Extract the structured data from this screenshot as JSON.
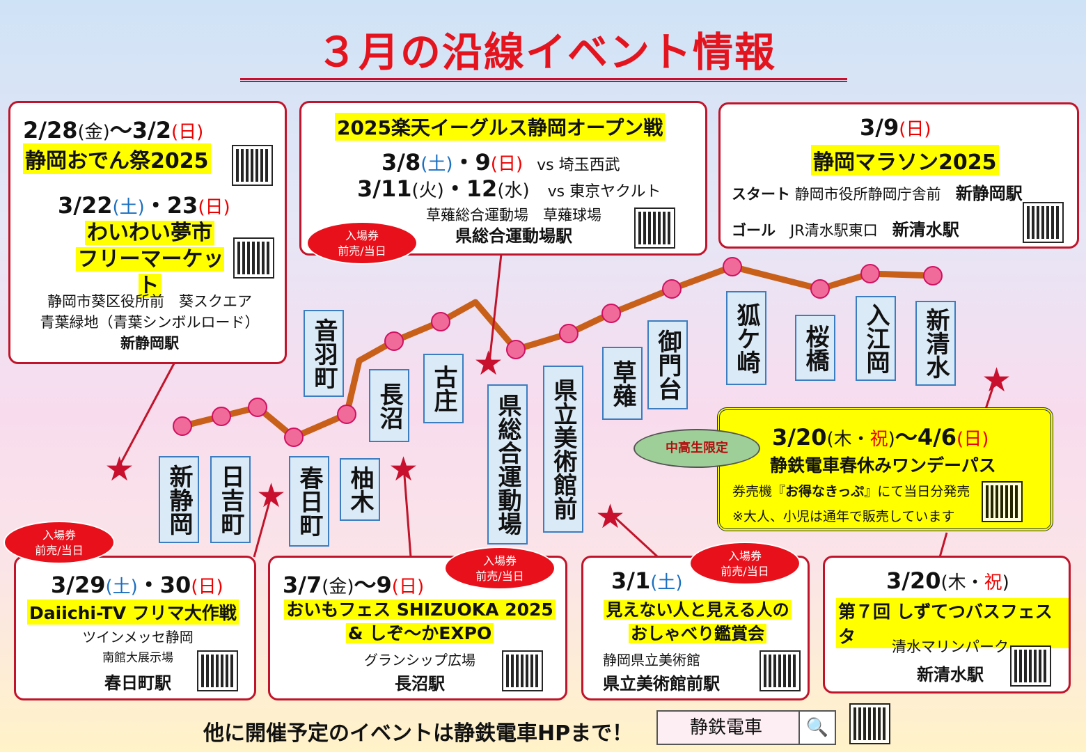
{
  "title": "３月の沿線イベント情報",
  "colors": {
    "accent": "#e4141e",
    "highlight": "#ffff00",
    "track": "#c8601a",
    "station_dot": "#f06a9a"
  },
  "badge": {
    "line1": "入場券",
    "line2": "前売/当日"
  },
  "stations": [
    "新静岡",
    "日吉町",
    "音羽町",
    "春日町",
    "柚木",
    "長沼",
    "古庄",
    "県総合運動場",
    "県立美術館前",
    "草薙",
    "御門台",
    "狐ケ崎",
    "桜橋",
    "入江岡",
    "新清水"
  ],
  "oden": {
    "date": "2/28",
    "w1": "(金)",
    "mid": "〜3/2",
    "w2": "(日)",
    "name": "静岡おでん祭2025"
  },
  "waiwai": {
    "date1": "3/22",
    "w1": "(土)",
    "date2": "・23",
    "w2": "(日)",
    "name1": "わいわい夢市",
    "name2": "フリーマーケット",
    "place1": "静岡市葵区役所前　葵スクエア",
    "place2": "青葉緑地（青葉シンボルロード）",
    "station": "新静岡駅"
  },
  "eagles": {
    "name": "2025楽天イーグルス静岡オープン戦",
    "d1": "3/8",
    "d1w": "(土)",
    "d1b": "・9",
    "d1w2": "(日)",
    "vs1": "vs 埼玉西武",
    "d2": "3/11",
    "d2w": "(火)",
    "d2b": "・12",
    "d2w2": "(水)",
    "vs2": "vs 東京ヤクルト",
    "place": "草薙総合運動場　草薙球場",
    "station": "県総合運動場駅"
  },
  "marathon": {
    "date": "3/9",
    "w": "(日)",
    "name": "静岡マラソン2025",
    "start_label": "スタート",
    "start_place": "静岡市役所静岡庁舎前",
    "start_station": "新静岡駅",
    "goal_label": "ゴール",
    "goal_place": "JR清水駅東口",
    "goal_station": "新清水駅"
  },
  "pass": {
    "tag": "中高生限定",
    "date": "3/20",
    "w1": "(木・",
    "w1h": "祝",
    "w1e": ")",
    "mid": "〜4/6",
    "w2": "(日)",
    "name": "静鉄電車春休みワンデーパス",
    "line1a": "券売機『",
    "line1b": "お得なきっぷ",
    "line1c": "』にて当日分発売",
    "line2": "※大人、小児は通年で販売しています"
  },
  "daiichi": {
    "date": "3/29",
    "w1": "(土)",
    "d2": "・30",
    "w2": "(日)",
    "name": "Daiichi-TV フリマ大作戦",
    "place1": "ツインメッセ静岡",
    "place2": "南館大展示場",
    "station": "春日町駅"
  },
  "oimo": {
    "date": "3/7",
    "w1": "(金)",
    "mid": "〜9",
    "w2": "(日)",
    "name1": "おいもフェス SHIZUOKA 2025",
    "name2": "& しぞ〜かEXPO",
    "place": "グランシップ広場",
    "station": "長沼駅"
  },
  "art": {
    "date": "3/1",
    "w": "(土)",
    "name1": "見えない人と見える人の",
    "name2": "おしゃべり鑑賞会",
    "place": "静岡県立美術館",
    "station": "県立美術館前駅"
  },
  "bus": {
    "date": "3/20",
    "w1": "(木・",
    "w1h": "祝",
    "w1e": ")",
    "name": "第７回 しずてつバスフェスタ",
    "place": "清水マリンパーク",
    "station": "新清水駅"
  },
  "footer": {
    "text": "他に開催予定のイベントは静鉄電車HPまで！",
    "search_value": "静鉄電車"
  }
}
